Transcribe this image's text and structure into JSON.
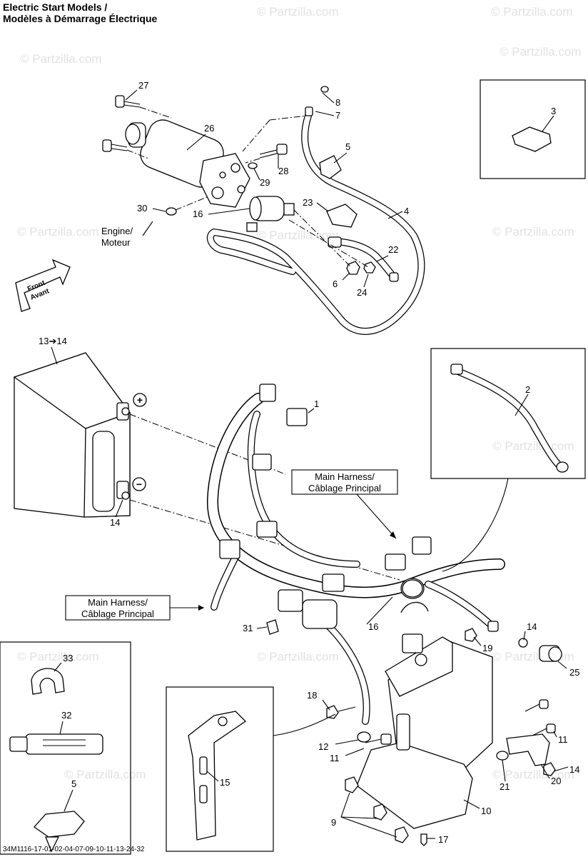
{
  "title_line1": "Electric Start Models /",
  "title_line2": "Modèles à Démarrage Électrique",
  "diagram_code": "34M1116-17-01-02-04-07-09-10-11-13-24-32",
  "watermark": "© Partzilla.com",
  "engine_label": [
    "Engine/",
    "Moteur"
  ],
  "front_label": [
    "Front",
    "Avant"
  ],
  "harness_label_1": [
    "Main Harness/",
    "Câblage Principal"
  ],
  "harness_label_2": [
    "Main Harness/",
    "Câblage Principal"
  ],
  "battery_part_label": "13➔14",
  "plus_sign": "+",
  "minus_sign": "−",
  "callouts": {
    "c1": "1",
    "c2": "2",
    "c3": "3",
    "c4": "4",
    "c5a": "5",
    "c5b": "5",
    "c6": "6",
    "c7": "7",
    "c8": "8",
    "c9": "9",
    "c10": "10",
    "c11a": "11",
    "c11b": "11",
    "c12": "12",
    "c14a": "14",
    "c14b": "14",
    "c14c": "14",
    "c15": "15",
    "c16a": "16",
    "c16b": "16",
    "c17": "17",
    "c18": "18",
    "c19": "19",
    "c20": "20",
    "c21": "21",
    "c22": "22",
    "c23": "23",
    "c24": "24",
    "c25": "25",
    "c26": "26",
    "c27": "27",
    "c28": "28",
    "c29": "29",
    "c30": "30",
    "c31": "31",
    "c32": "32",
    "c33": "33"
  }
}
